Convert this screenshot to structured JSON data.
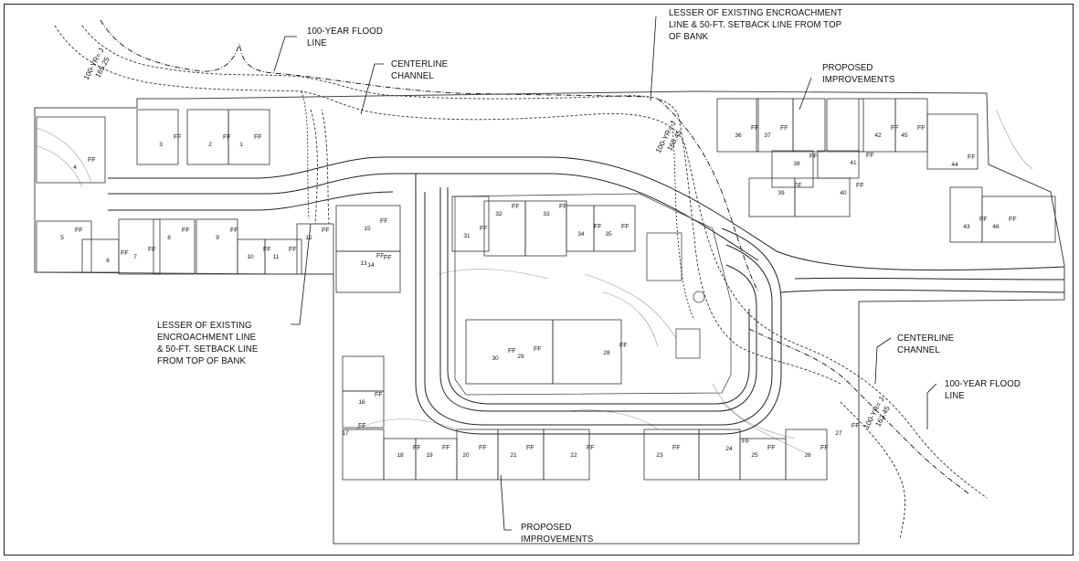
{
  "labels": {
    "flood_top": "100-YEAR FLOOD\nLINE",
    "centerline_top": "CENTERLINE\nCHANNEL",
    "encroach_top": "LESSER OF EXISTING ENCROACHMENT\nLINE & 50-FT. SETBACK LINE FROM TOP\nOF BANK",
    "improvements_top": "PROPOSED\nIMPROVEMENTS",
    "encroach_left": "LESSER OF EXISTING\nENCROACHMENT LINE\n& 50-FT. SETBACK LINE\nFROM TOP OF BANK",
    "centerline_right": "CENTERLINE\nCHANNEL",
    "flood_right": "100-YEAR FLOOD\nLINE",
    "improvements_bottom": "PROPOSED\nIMPROVEMENTS"
  },
  "flood_tags": {
    "left": "100-YR= J\n165.25",
    "mid": "100-YR= J\n165.45",
    "right": "100-YR= J\n163.45"
  },
  "lots": [
    "1",
    "2",
    "3",
    "4",
    "5",
    "6",
    "7",
    "8",
    "9",
    "10",
    "11",
    "12",
    "13",
    "14",
    "15",
    "16",
    "17",
    "18",
    "19",
    "20",
    "21",
    "22",
    "23",
    "24",
    "25",
    "26",
    "27",
    "28",
    "29",
    "30",
    "31",
    "32",
    "33",
    "34",
    "35",
    "36",
    "37",
    "38",
    "39",
    "40",
    "41",
    "42",
    "43",
    "44",
    "45",
    "46"
  ],
  "lot_tag": "FF"
}
